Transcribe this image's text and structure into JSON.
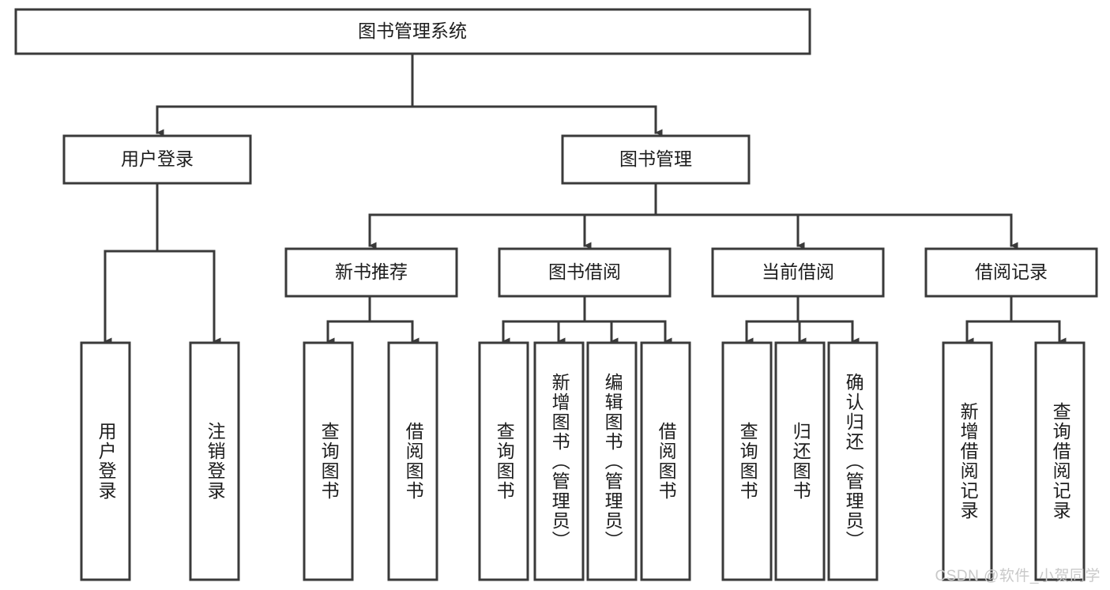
{
  "diagram": {
    "title": "图书管理系统",
    "type": "tree-hierarchy",
    "watermark": "CSDN @软件_小贺同学",
    "colors": {
      "stroke": "#3a3a3a",
      "fill": "#ffffff",
      "text": "#1d1d1d",
      "watermark": "#c9c9c9",
      "background": "#ffffff"
    },
    "root": {
      "label": "图书管理系统"
    },
    "level2": [
      {
        "label": "用户登录"
      },
      {
        "label": "图书管理"
      }
    ],
    "level3": [
      {
        "label": "新书推荐"
      },
      {
        "label": "图书借阅"
      },
      {
        "label": "当前借阅"
      },
      {
        "label": "借阅记录"
      }
    ],
    "leaves": {
      "user_login": [
        {
          "label": "用户登录"
        },
        {
          "label": "注销登录"
        }
      ],
      "new_book_recommend": [
        {
          "label": "查询图书"
        },
        {
          "label": "借阅图书"
        }
      ],
      "book_borrow": [
        {
          "label": "查询图书"
        },
        {
          "label": "新增图书（管理员）"
        },
        {
          "label": "编辑图书（管理员）"
        },
        {
          "label": "借阅图书"
        }
      ],
      "current_borrow": [
        {
          "label": "查询图书"
        },
        {
          "label": "归还图书"
        },
        {
          "label": "确认归还（管理员）"
        }
      ],
      "borrow_record": [
        {
          "label": "新增借阅记录"
        },
        {
          "label": "查询借阅记录"
        }
      ]
    }
  }
}
